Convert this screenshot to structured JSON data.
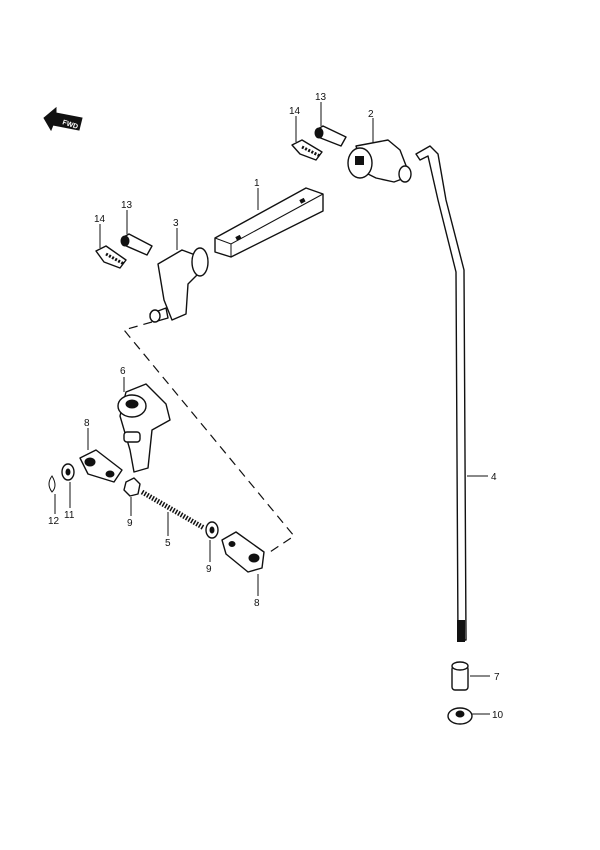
{
  "direction_marker": {
    "label": "FWD",
    "icon": "forward-arrow-icon"
  },
  "callouts": {
    "c1": "1",
    "c2": "2",
    "c3": "3",
    "c4": "4",
    "c5": "5",
    "c6": "6",
    "c7": "7",
    "c8a": "8",
    "c8b": "8",
    "c9a": "9",
    "c9b": "9",
    "c10": "10",
    "c11": "11",
    "c12": "12",
    "c13a": "13",
    "c13b": "13",
    "c14a": "14",
    "c14b": "14"
  }
}
